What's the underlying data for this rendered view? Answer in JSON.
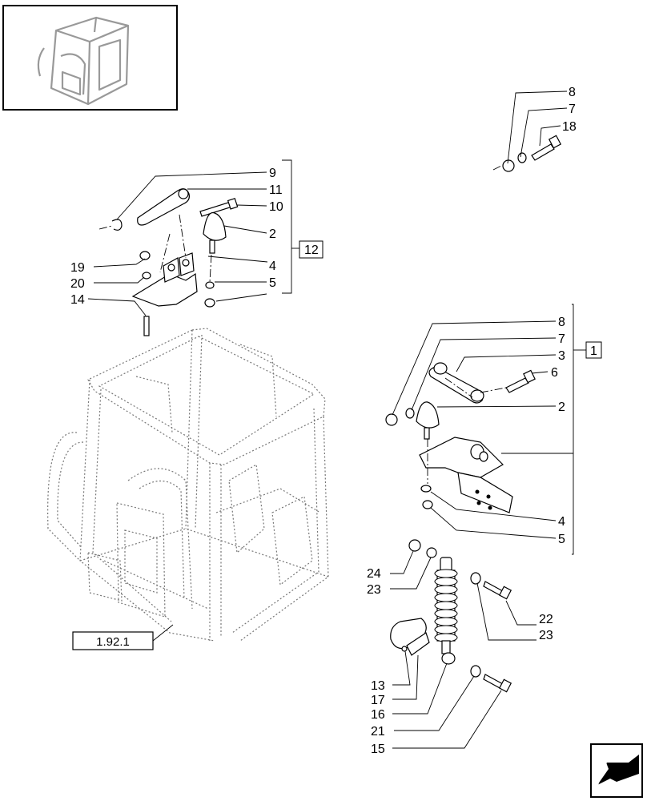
{
  "callouts": {
    "bolt_top_8": "8",
    "bolt_top_7": "7",
    "bolt_top_18": "18",
    "left_9": "9",
    "left_11": "11",
    "left_10": "10",
    "left_2": "2",
    "left_12": "12",
    "left_4": "4",
    "left_5": "5",
    "left_19": "19",
    "left_20": "20",
    "left_14": "14",
    "right_8": "8",
    "right_7": "7",
    "right_3": "3",
    "right_1": "1",
    "right_6": "6",
    "right_2": "2",
    "right_4": "4",
    "right_5": "5",
    "shock_24": "24",
    "shock_23a": "23",
    "shock_22": "22",
    "shock_23b": "23",
    "shock_13": "13",
    "shock_17": "17",
    "shock_16": "16",
    "shock_21": "21",
    "shock_15": "15"
  },
  "reference_box": "1.92.1",
  "icons": {
    "thumbnail": "cab-frame-thumbnail-icon",
    "nav": "next-page-arrow-icon"
  }
}
